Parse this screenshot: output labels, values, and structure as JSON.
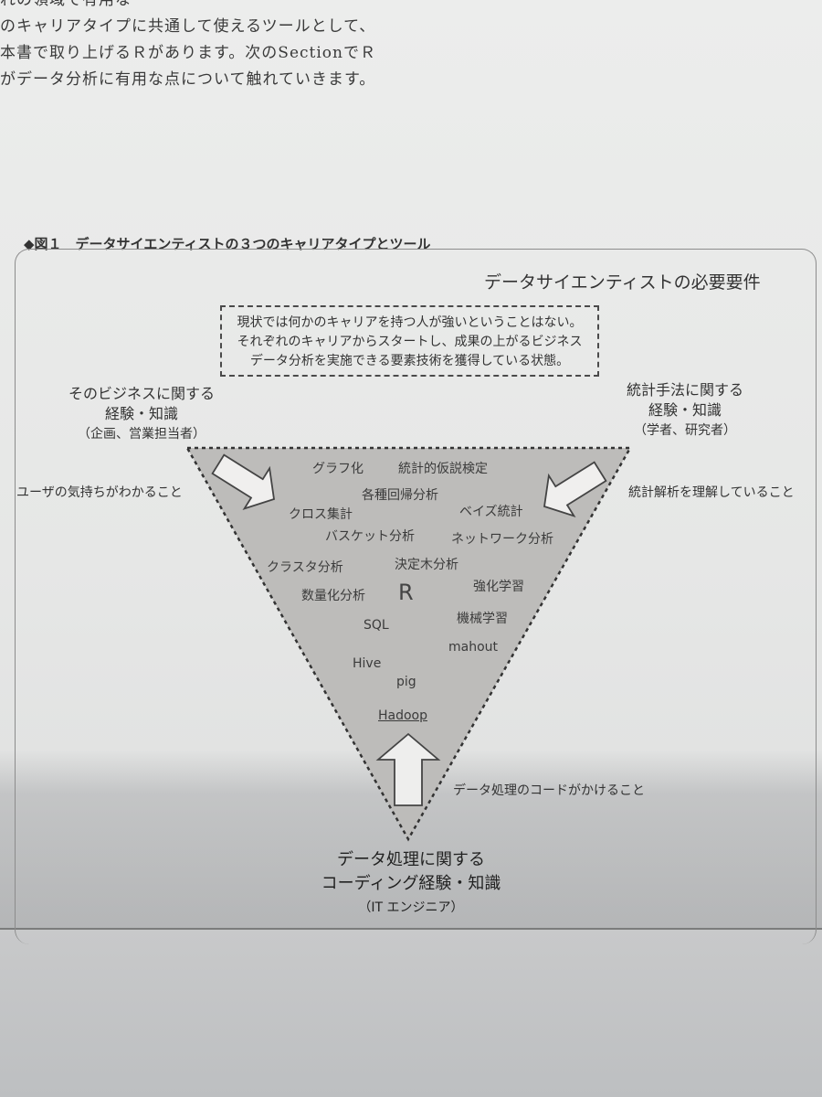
{
  "body_text": {
    "line1": "れの領域で有用な",
    "line2": "のキャリアタイプに共通して使えるツールとして、",
    "line3": "本書で取り上げるＲがあります。次のSectionでＲ",
    "line4": "がデータ分析に有用な点について触れていきます。"
  },
  "figure": {
    "caption": "◆図１　データサイエンティストの３つのキャリアタイプとツール",
    "title": "データサイエンティストの必要要件",
    "note_lines": [
      "現状では何かのキャリアを持つ人が強いということはない。",
      "それぞれのキャリアからスタートし、成果の上がるビジネス",
      "データ分析を実施できる要素技術を獲得している状態。"
    ],
    "left_corner": {
      "line1": "そのビジネスに関する",
      "line2": "経験・知識",
      "sub": "（企画、営業担当者）"
    },
    "right_corner": {
      "line1": "統計手法に関する",
      "line2": "経験・知識",
      "sub": "（学者、研究者）"
    },
    "bottom_corner": {
      "line1": "データ処理に関する",
      "line2": "コーディング経験・知識",
      "sub": "（IT エンジニア）"
    },
    "left_side": "ユーザの気持ちがわかること",
    "right_side": "統計解析を理解していること",
    "bottom_side": "データ処理のコードがかけること",
    "terms": {
      "graph": "グラフ化",
      "hypothesis": "統計的仮説検定",
      "regression": "各種回帰分析",
      "cross": "クロス集計",
      "bayes": "ベイズ統計",
      "basket": "バスケット分析",
      "network": "ネットワーク分析",
      "cluster": "クラスタ分析",
      "tree": "決定木分析",
      "reinforce": "強化学習",
      "quant": "数量化分析",
      "r": "R",
      "ml": "機械学習",
      "sql": "SQL",
      "mahout": "mahout",
      "hive": "Hive",
      "pig": "pig",
      "hadoop": "Hadoop"
    }
  }
}
